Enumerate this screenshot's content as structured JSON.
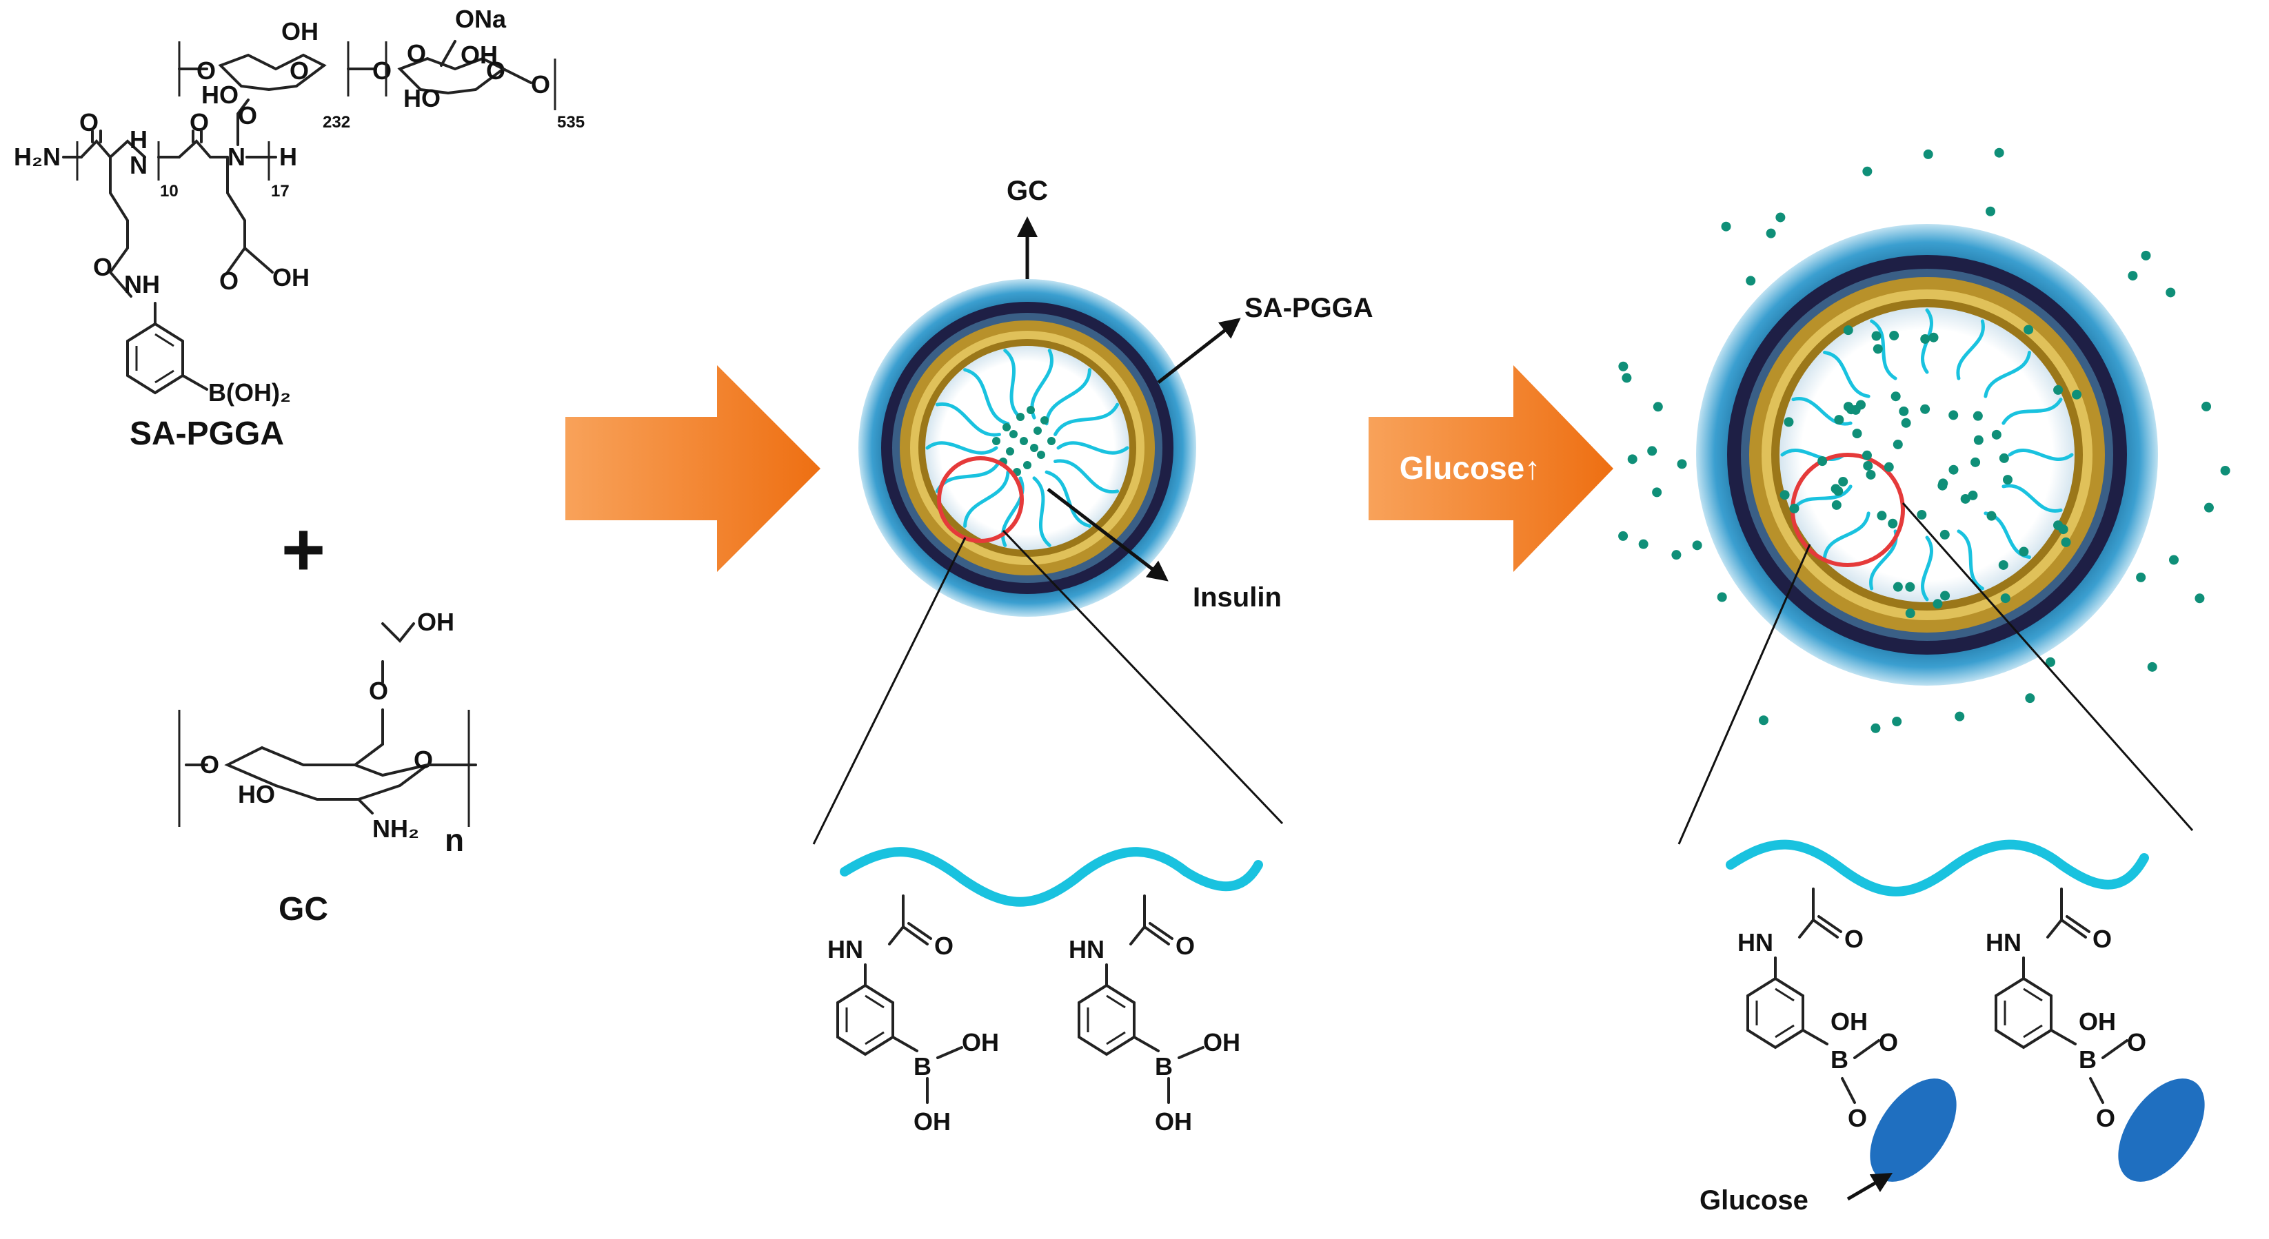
{
  "figure": {
    "reactants": {
      "polymer1_name": "SA-PGGA",
      "plus_sign": "+",
      "polymer2_name": "GC",
      "sapgga_text": {
        "h2n": "H₂N",
        "o": "O",
        "h": "H",
        "n": "N",
        "nh_sub": "NH",
        "oh": "OH",
        "boh2": "B(OH)₂",
        "ona": "ONa",
        "ho": "HO",
        "sub_10": "10",
        "sub_17": "17",
        "sub_232": "232",
        "sub_535": "535"
      },
      "gc_text": {
        "oh": "OH",
        "o": "O",
        "ho": "HO",
        "nh2": "NH₂",
        "n_sub": "n"
      }
    },
    "arrow1": {
      "label": ""
    },
    "arrow2": {
      "label": "Glucose↑"
    },
    "nanoparticle_labels": {
      "gc": "GC",
      "sapgga": "SA-PGGA",
      "insulin": "Insulin"
    },
    "detail_left": {
      "hn": "HN",
      "o": "O",
      "b": "B",
      "oh": "OH"
    },
    "detail_right": {
      "hn": "HN",
      "o": "O",
      "b": "B",
      "oh": "OH",
      "glucose": "Glucose"
    },
    "colors": {
      "arrow_orange": "#f07a1f",
      "shell_blue": "#2b86b8",
      "shell_dark": "#1e1f45",
      "shell_gold": "#b8912a",
      "polymer_cyan": "#19c2df",
      "insulin_green": "#0f8f78",
      "circle_red": "#e53a3a",
      "glucose_blue": "#1f6fc0"
    }
  }
}
